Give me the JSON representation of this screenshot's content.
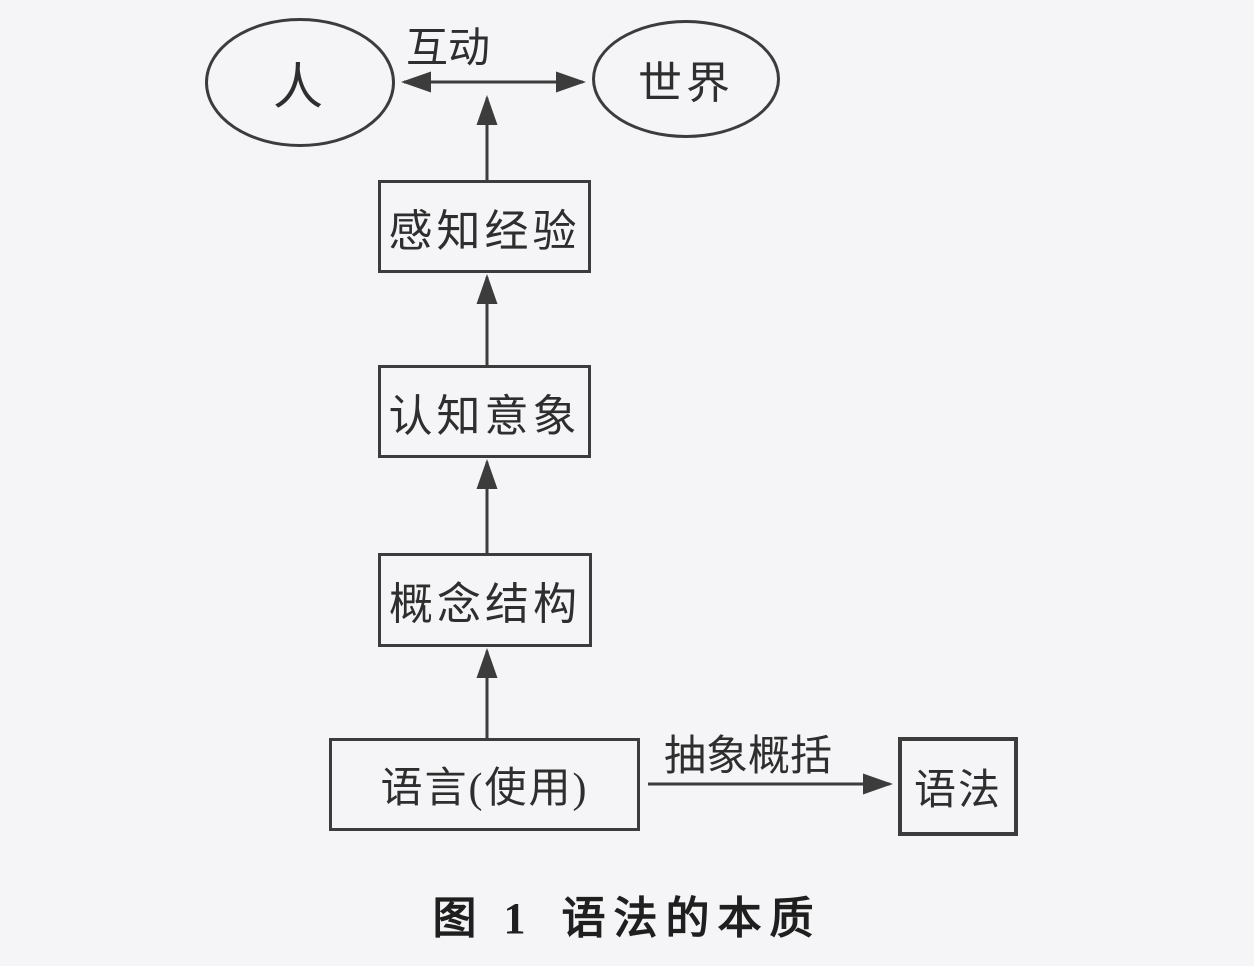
{
  "figure": {
    "caption": {
      "label": "图 1",
      "title": "语法的本质"
    },
    "nodes": {
      "person": {
        "text": "人"
      },
      "world": {
        "text": "世界"
      },
      "perceptual_experience": {
        "text": "感知经验"
      },
      "cognitive_imagery": {
        "text": "认知意象"
      },
      "conceptual_structure": {
        "text": "概念结构"
      },
      "language_use": {
        "text": "语言(使用)"
      },
      "grammar": {
        "text": "语法"
      }
    },
    "edges": {
      "interaction_label": "互动",
      "abstraction_label": "抽象概括"
    },
    "colors": {
      "line": "#3c3c3c",
      "text": "#2e2e2e",
      "background": "#f5f4f6"
    }
  }
}
